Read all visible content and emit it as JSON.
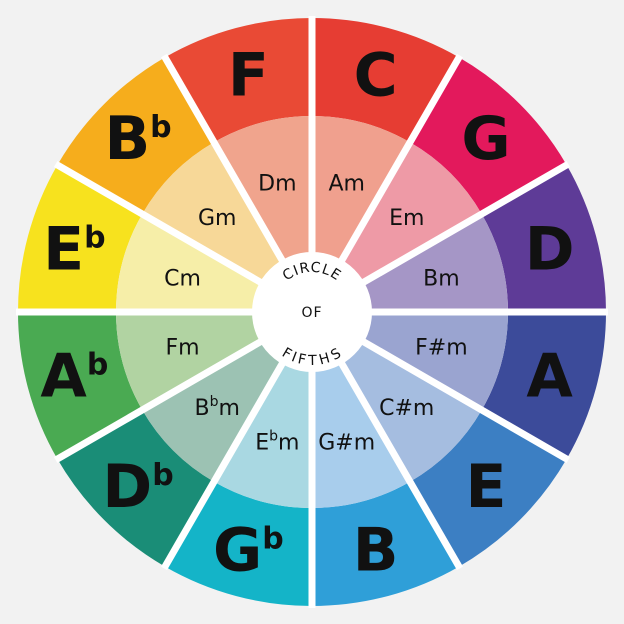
{
  "diagram": {
    "center_label_top": "CIRCLE",
    "center_label_mid": "OF",
    "center_label_bottom": "FIFTHS",
    "background_color": "#f2f2f2",
    "divider_color": "#ffffff",
    "segments": [
      {
        "major": "C",
        "major_acc": "",
        "minor": "Am",
        "minor_acc": "",
        "minor_tail": "",
        "outer_color": "#e63d33",
        "inner_color": "#f0a08e"
      },
      {
        "major": "G",
        "major_acc": "",
        "minor": "Em",
        "minor_acc": "",
        "minor_tail": "",
        "outer_color": "#e3195c",
        "inner_color": "#ee9aa6"
      },
      {
        "major": "D",
        "major_acc": "",
        "minor": "Bm",
        "minor_acc": "",
        "minor_tail": "",
        "outer_color": "#5e3b97",
        "inner_color": "#a596c6"
      },
      {
        "major": "A",
        "major_acc": "",
        "minor": "F#m",
        "minor_acc": "",
        "minor_tail": "",
        "outer_color": "#3c4b9a",
        "inner_color": "#9aa4d0"
      },
      {
        "major": "E",
        "major_acc": "",
        "minor": "C#m",
        "minor_acc": "",
        "minor_tail": "",
        "outer_color": "#3c7fc3",
        "inner_color": "#a5bde0"
      },
      {
        "major": "B",
        "major_acc": "",
        "minor": "G#m",
        "minor_acc": "",
        "minor_tail": "",
        "outer_color": "#2f9fd8",
        "inner_color": "#a8cdec"
      },
      {
        "major": "G",
        "major_acc": "b",
        "minor": "E",
        "minor_acc": "b",
        "minor_tail": "m",
        "outer_color": "#14b4c8",
        "inner_color": "#a9d8e2"
      },
      {
        "major": "D",
        "major_acc": "b",
        "minor": "B",
        "minor_acc": "b",
        "minor_tail": "m",
        "outer_color": "#1a8d77",
        "inner_color": "#9cc2b3"
      },
      {
        "major": "A",
        "major_acc": "b",
        "minor": "Fm",
        "minor_acc": "",
        "minor_tail": "",
        "outer_color": "#4aaa52",
        "inner_color": "#b1d3a2"
      },
      {
        "major": "E",
        "major_acc": "b",
        "minor": "Cm",
        "minor_acc": "",
        "minor_tail": "",
        "outer_color": "#f7e21e",
        "inner_color": "#f6eea8"
      },
      {
        "major": "B",
        "major_acc": "b",
        "minor": "Gm",
        "minor_acc": "",
        "minor_tail": "",
        "outer_color": "#f6ad1c",
        "inner_color": "#f7d898"
      },
      {
        "major": "F",
        "major_acc": "",
        "minor": "Dm",
        "minor_acc": "",
        "minor_tail": "",
        "outer_color": "#e94a35",
        "inner_color": "#f0a48d"
      }
    ]
  }
}
